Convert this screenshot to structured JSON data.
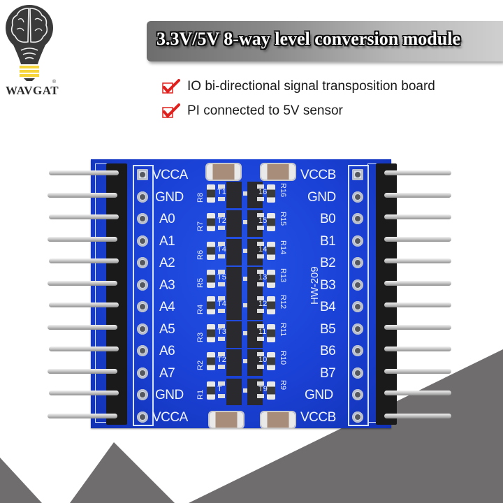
{
  "brand": {
    "name": "WAVGAT",
    "registered_mark": "®",
    "logo_icon": "lightbulb-brain-icon"
  },
  "banner": {
    "title": "3.3V/5V 8-way level conversion module"
  },
  "features": [
    {
      "icon": "red-checkbox-icon",
      "text": "IO bi-directional signal transposition board"
    },
    {
      "icon": "red-checkbox-icon",
      "text": "PI connected to 5V sensor"
    }
  ],
  "board": {
    "model": "HW-209",
    "color": "#1a40d4",
    "left_pins": [
      "VCCA",
      "GND",
      "A0",
      "A1",
      "A2",
      "A3",
      "A4",
      "A5",
      "A6",
      "A7",
      "GND",
      "VCCA"
    ],
    "right_pins": [
      "VCCB",
      "GND",
      "B0",
      "B1",
      "B2",
      "B3",
      "B4",
      "B5",
      "B6",
      "B7",
      "GND",
      "VCCB"
    ],
    "left_resistors": [
      "R8",
      "R7",
      "R6",
      "R5",
      "R4",
      "R3",
      "R2",
      "R1"
    ],
    "left_transistors": [
      "T1",
      "T2",
      "T4",
      "T5",
      "T4",
      "T3",
      "T2",
      "T"
    ],
    "right_resistors": [
      "R16",
      "R15",
      "R14",
      "R13",
      "R12",
      "R11",
      "R10",
      "R9"
    ],
    "right_transistors": [
      "16",
      "15",
      "14",
      "13",
      "12",
      "11",
      "10",
      "T9"
    ]
  },
  "colors": {
    "check_red": "#e0201c",
    "banner_gray": "#8a8a8a",
    "bg_shape_gray": "#6f6d6d"
  }
}
